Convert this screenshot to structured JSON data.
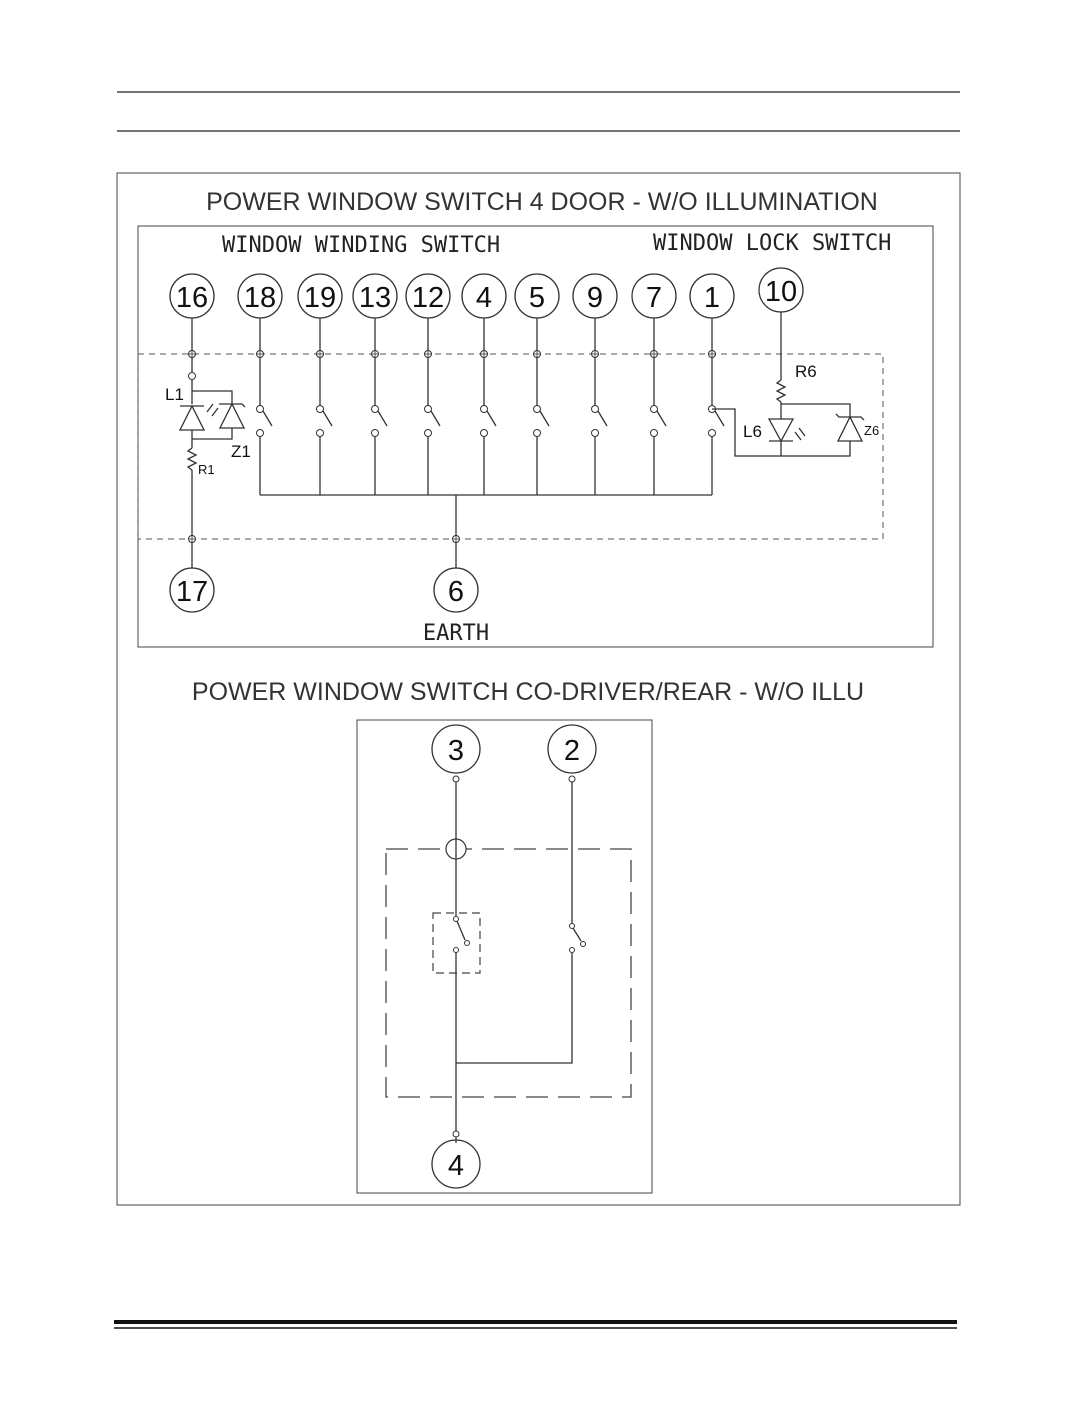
{
  "diagram1": {
    "title": "POWER WINDOW SWITCH 4 DOOR - W/O ILLUMINATION",
    "group_winding": "WINDOW WINDING SWITCH",
    "group_lock": "WINDOW LOCK SWITCH",
    "pins": {
      "p16": "16",
      "p18": "18",
      "p19": "19",
      "p13": "13",
      "p12": "12",
      "p4": "4",
      "p5": "5",
      "p9": "9",
      "p7": "7",
      "p1": "1",
      "p10": "10",
      "p17": "17",
      "p6": "6"
    },
    "earth_label": "EARTH",
    "components": {
      "L1": "L1",
      "Z1": "Z1",
      "R1": "R1",
      "R6": "R6",
      "L6": "L6",
      "Z6": "Z6"
    }
  },
  "diagram2": {
    "title": "POWER WINDOW SWITCH  CO-DRIVER/REAR - W/O ILLU",
    "pins": {
      "p3": "3",
      "p2": "2",
      "p4": "4"
    }
  }
}
